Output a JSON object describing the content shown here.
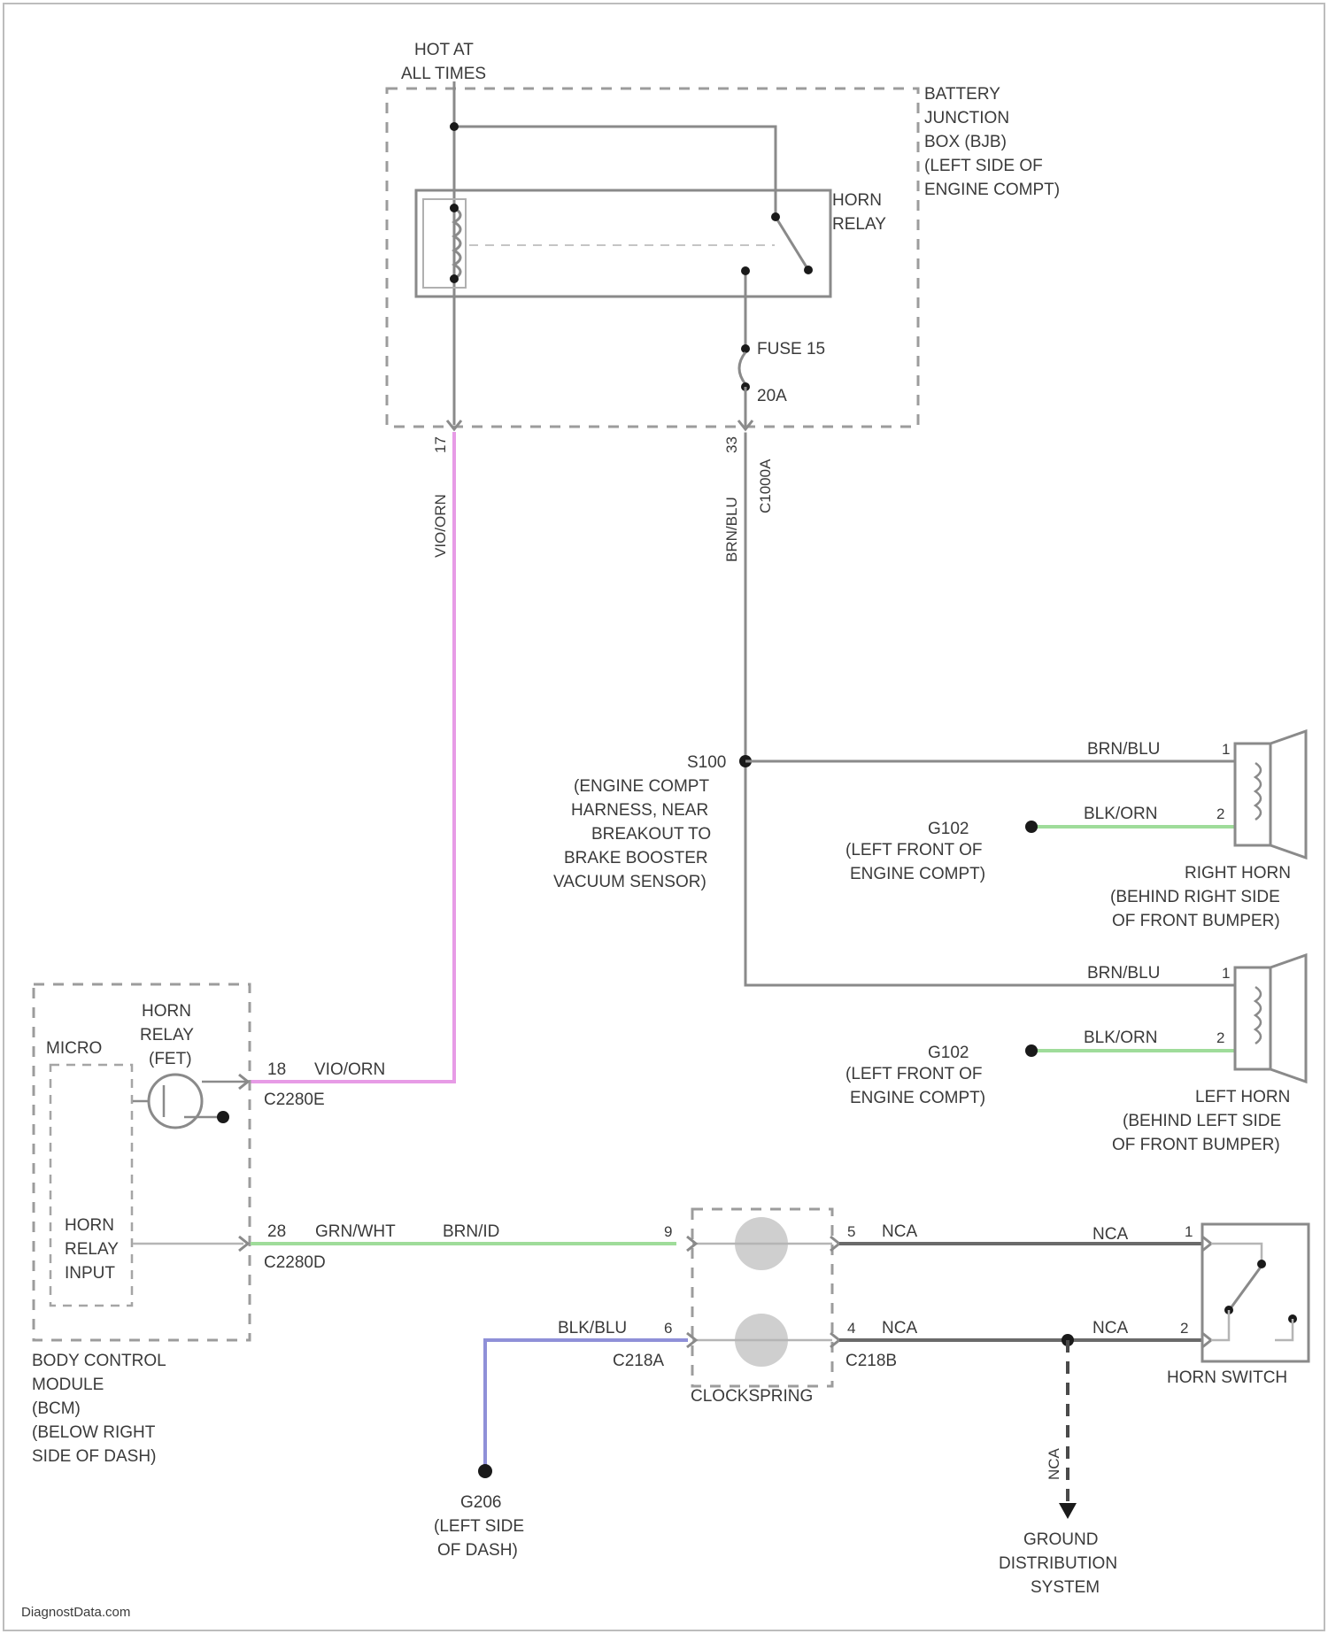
{
  "battery": {
    "hot_label_1": "HOT AT",
    "hot_label_2": "ALL TIMES",
    "box_title": [
      "BATTERY",
      "JUNCTION",
      "BOX (BJB)",
      "(LEFT SIDE OF",
      "ENGINE COMPT)"
    ]
  },
  "horn_relay": {
    "label_1": "HORN",
    "label_2": "RELAY"
  },
  "fuse": {
    "name": "FUSE 15",
    "rating": "20A"
  },
  "connectors": {
    "left_pin": "17",
    "left_wire": "VIO/ORN",
    "right_pin": "33",
    "right_wire": "BRN/BLU",
    "right_conn": "C1000A"
  },
  "splice": {
    "id": "S100",
    "desc": [
      "(ENGINE COMPT",
      "HARNESS, NEAR",
      "BREAKOUT TO",
      "BRAKE BOOSTER",
      "VACUUM SENSOR)"
    ]
  },
  "right_horn": {
    "wire1": "BRN/BLU",
    "pin1": "1",
    "wire2": "BLK/ORN",
    "pin2": "2",
    "ground": "G102",
    "ground_desc": [
      "(LEFT FRONT OF",
      "ENGINE COMPT)"
    ],
    "name": [
      "RIGHT HORN",
      "(BEHIND RIGHT SIDE",
      "OF FRONT BUMPER)"
    ]
  },
  "left_horn": {
    "wire1": "BRN/BLU",
    "pin1": "1",
    "wire2": "BLK/ORN",
    "pin2": "2",
    "ground": "G102",
    "ground_desc": [
      "(LEFT FRONT OF",
      "ENGINE COMPT)"
    ],
    "name": [
      "LEFT HORN",
      "(BEHIND LEFT SIDE",
      "OF FRONT BUMPER)"
    ]
  },
  "bcm": {
    "micro": "MICRO",
    "fet": [
      "HORN",
      "RELAY",
      "(FET)"
    ],
    "input": [
      "HORN",
      "RELAY",
      "INPUT"
    ],
    "pin_fet": "18",
    "wire_fet": "VIO/ORN",
    "conn_fet": "C2280E",
    "pin_input": "28",
    "wire_input_1": "GRN/WHT",
    "wire_input_2": "BRN/ID",
    "conn_input": "C2280D",
    "name": [
      "BODY CONTROL",
      "MODULE",
      "(BCM)",
      "(BELOW RIGHT",
      "SIDE OF DASH)"
    ]
  },
  "clockspring": {
    "name": "CLOCKSPRING",
    "pin_top_left": "9",
    "pin_top_right": "5",
    "pin_bot_left": "6",
    "pin_bot_right": "4",
    "wire_bot_left": "BLK/BLU",
    "conn_left": "C218A",
    "conn_right": "C218B",
    "nca_top_1": "NCA",
    "nca_bot_1": "NCA"
  },
  "horn_switch": {
    "name": "HORN SWITCH",
    "pin1": "1",
    "pin2": "2",
    "wire1": "NCA",
    "wire2": "NCA"
  },
  "ground_g": {
    "id": "G206",
    "desc": [
      "(LEFT SIDE",
      "OF DASH)"
    ]
  },
  "ground_dist": {
    "wire": "NCA",
    "name": [
      "GROUND",
      "DISTRIBUTION",
      "SYSTEM"
    ]
  },
  "watermark": "DiagnostData.com",
  "colors": {
    "vio_orn": "#e79be6",
    "grn": "#9fdc9a",
    "blu": "#8f90d8",
    "gray": "#8c8c8c",
    "dark": "#5a5a5a"
  }
}
